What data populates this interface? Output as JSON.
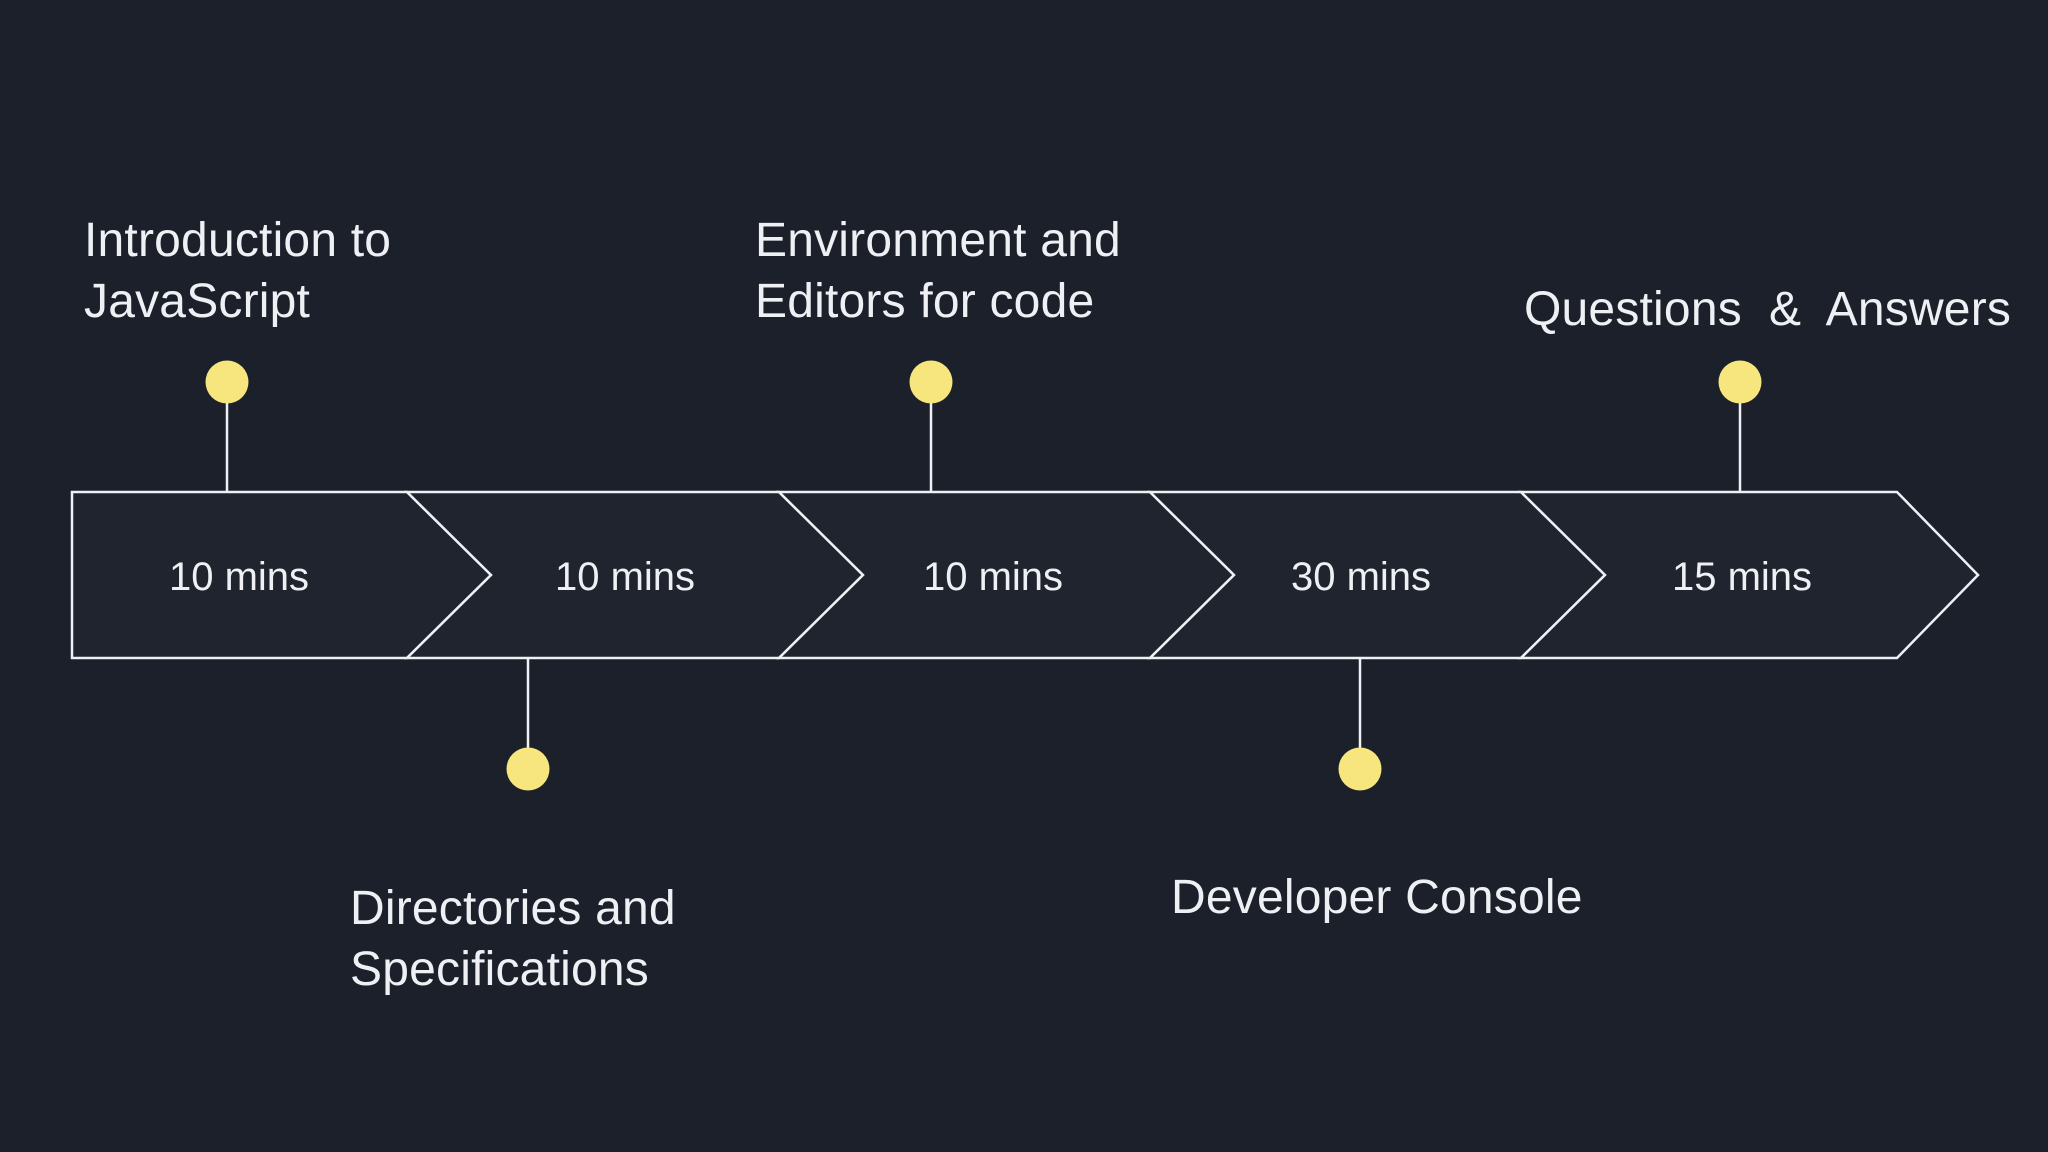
{
  "slide": {
    "background_color": "#1c202b",
    "segment_fill_color": "#20242f",
    "outline_color": "#edf0f4",
    "dot_color": "#f7e57d",
    "text_color": "#eef0f4"
  },
  "timeline": {
    "steps": [
      {
        "title_lines": [
          "Introduction to",
          "JavaScript"
        ],
        "duration": "10 mins",
        "label_position": "top"
      },
      {
        "title_lines": [
          "Directories and",
          "Specifications"
        ],
        "duration": "10 mins",
        "label_position": "bottom"
      },
      {
        "title_lines": [
          "Environment and",
          "Editors for code"
        ],
        "duration": "10 mins",
        "label_position": "top"
      },
      {
        "title_lines": [
          "Developer Console"
        ],
        "duration": "30 mins",
        "label_position": "bottom"
      },
      {
        "title_lines": [
          "Questions  &  Answers"
        ],
        "duration": "15 mins",
        "label_position": "top"
      }
    ]
  }
}
